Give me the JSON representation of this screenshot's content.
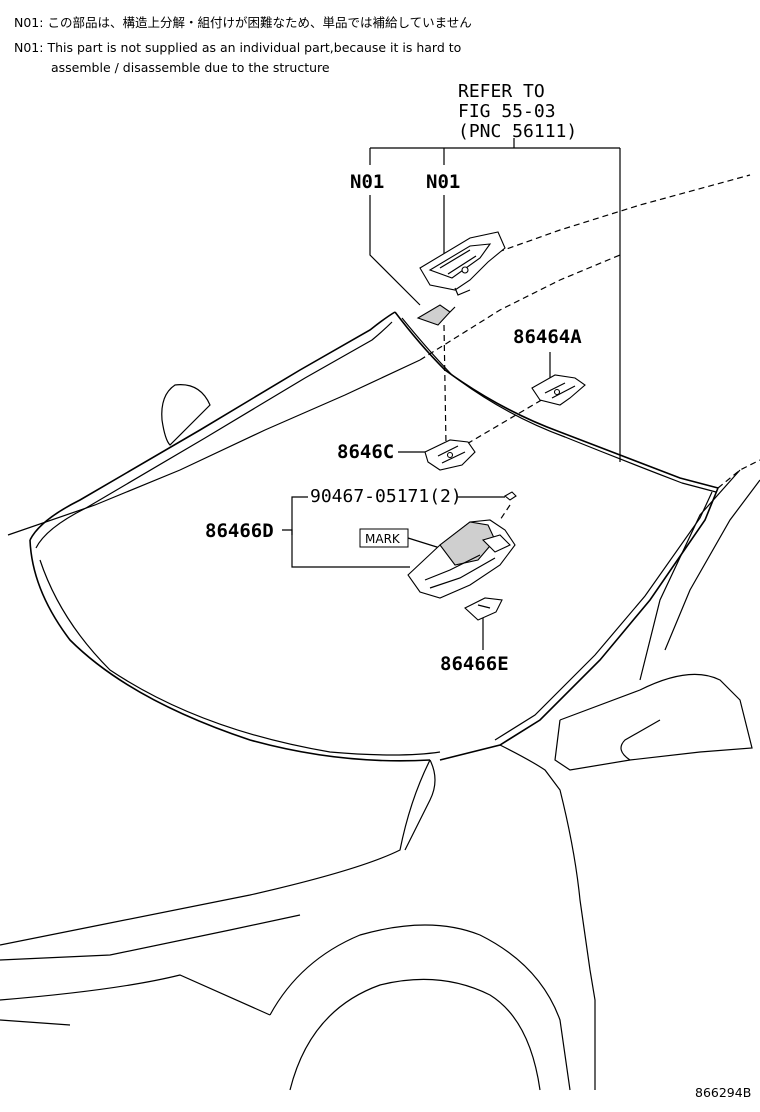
{
  "notes": {
    "jp_code": "N01:",
    "jp_text": "この部品は、構造上分解・組付けが困難なため、単品では補給していません",
    "en_code": "N01:",
    "en_line1": "This part is not supplied as an individual part,because it is hard to",
    "en_line2": "assemble / disassemble due to the structure"
  },
  "refer": {
    "line1": "REFER TO",
    "line2": "FIG 55-03",
    "line3": "(PNC 56111)"
  },
  "callouts": {
    "n01_left": "N01",
    "n01_right": "N01",
    "p86464A": "86464A",
    "p8646C": "8646C",
    "p90467": "90467-05171(2)",
    "p86466D": "86466D",
    "mark": "MARK",
    "p86466E": "86466E"
  },
  "diagram_id": "866294B"
}
